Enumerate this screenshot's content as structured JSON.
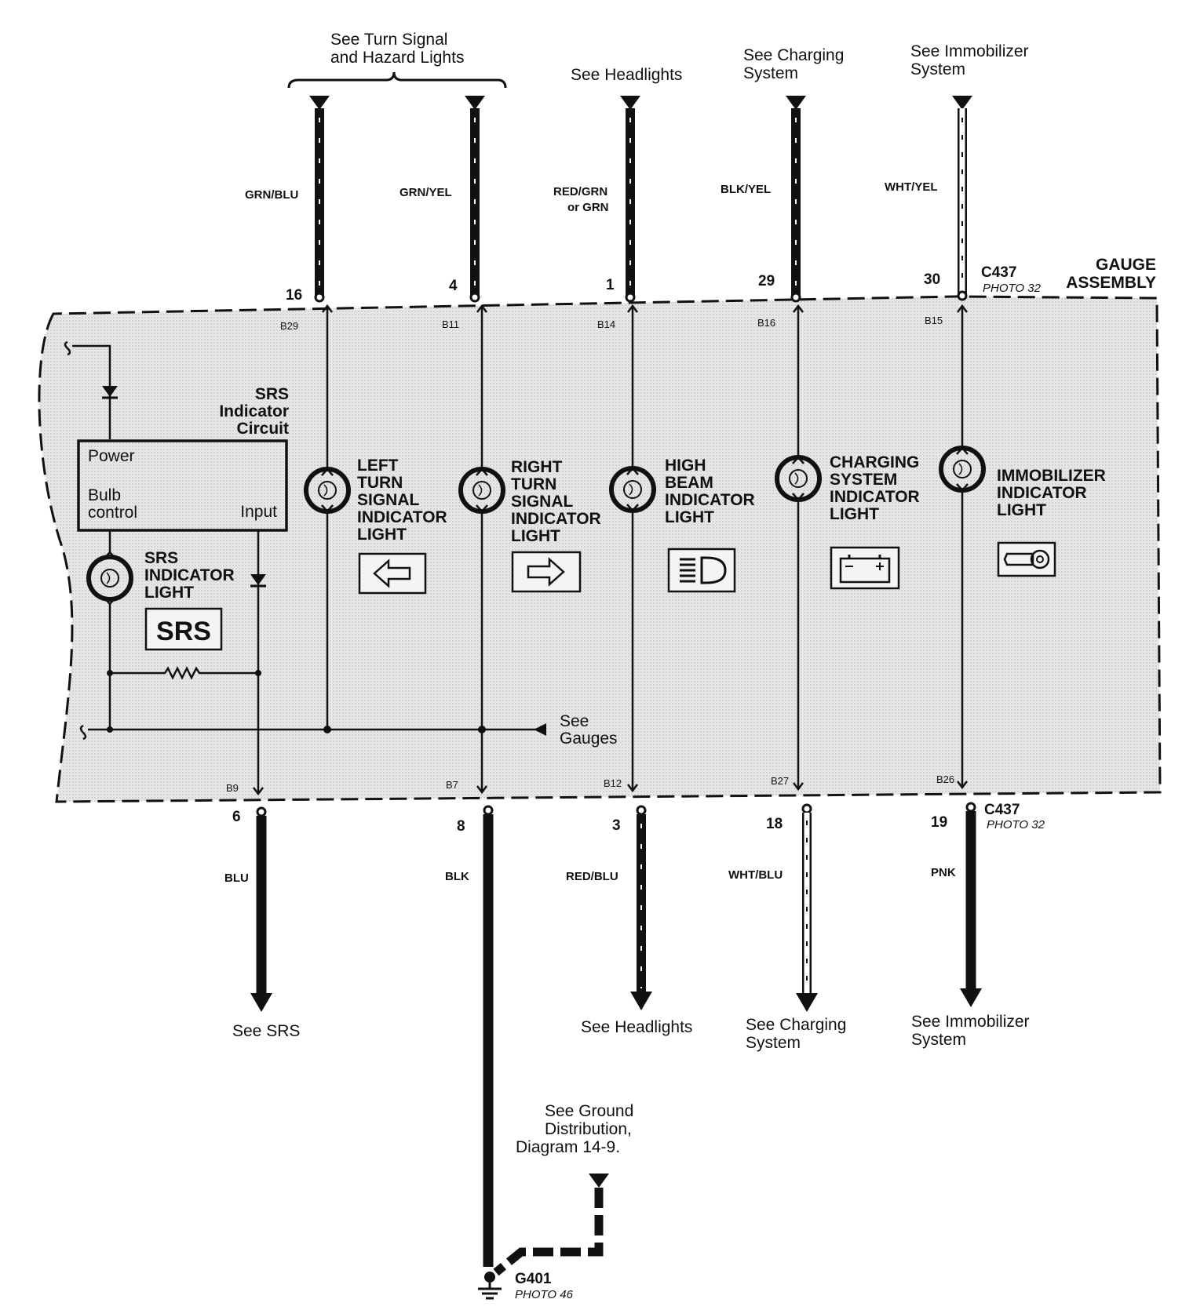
{
  "top_refs": {
    "turn_signal": [
      "See Turn Signal",
      "and Hazard Lights"
    ],
    "headlights": "See Headlights",
    "charging": [
      "See Charging",
      "System"
    ],
    "immobilizer": [
      "See Immobilizer",
      "System"
    ]
  },
  "wires_top": [
    {
      "color_label": [
        "GRN/BLU"
      ],
      "pin": "16",
      "terminal": "B29"
    },
    {
      "color_label": [
        "GRN/YEL"
      ],
      "pin": "4",
      "terminal": "B11"
    },
    {
      "color_label": [
        "RED/GRN",
        "or GRN"
      ],
      "pin": "1",
      "terminal": "B14"
    },
    {
      "color_label": [
        "BLK/YEL"
      ],
      "pin": "29",
      "terminal": "B16"
    },
    {
      "color_label": [
        "WHT/YEL"
      ],
      "pin": "30",
      "terminal": "B15"
    }
  ],
  "connector_top": {
    "name": "C437",
    "photo": "PHOTO 32"
  },
  "connector_bottom": {
    "name": "C437",
    "photo": "PHOTO 32"
  },
  "gauge_assembly": [
    "GAUGE",
    "ASSEMBLY"
  ],
  "srs_circuit": {
    "title": [
      "SRS",
      "Indicator",
      "Circuit"
    ],
    "power": "Power",
    "bulb_control": [
      "Bulb",
      "control"
    ],
    "input": "Input",
    "light_label": [
      "SRS",
      "INDICATOR",
      "LIGHT"
    ],
    "symbol_text": "SRS"
  },
  "indicators": [
    {
      "label": [
        "LEFT",
        "TURN",
        "SIGNAL",
        "INDICATOR",
        "LIGHT"
      ],
      "icon": "left-arrow-icon"
    },
    {
      "label": [
        "RIGHT",
        "TURN",
        "SIGNAL",
        "INDICATOR",
        "LIGHT"
      ],
      "icon": "right-arrow-icon"
    },
    {
      "label": [
        "HIGH",
        "BEAM",
        "INDICATOR",
        "LIGHT"
      ],
      "icon": "high-beam-icon"
    },
    {
      "label": [
        "CHARGING",
        "SYSTEM",
        "INDICATOR",
        "LIGHT"
      ],
      "icon": "battery-icon"
    },
    {
      "label": [
        "IMMOBILIZER",
        "INDICATOR",
        "LIGHT"
      ],
      "icon": "key-icon"
    }
  ],
  "see_gauges": [
    "See",
    "Gauges"
  ],
  "wires_bottom": [
    {
      "terminal": "B9",
      "pin": "6",
      "color_label": "BLU",
      "ref": [
        "See SRS"
      ]
    },
    {
      "terminal": "B7",
      "pin": "8",
      "color_label": "BLK",
      "ref": []
    },
    {
      "terminal": "B12",
      "pin": "3",
      "color_label": "RED/BLU",
      "ref": [
        "See Headlights"
      ]
    },
    {
      "terminal": "B27",
      "pin": "18",
      "color_label": "WHT/BLU",
      "ref": [
        "See Charging",
        "System"
      ]
    },
    {
      "terminal": "B26",
      "pin": "19",
      "color_label": "PNK",
      "ref": [
        "See Immobilizer",
        "System"
      ]
    }
  ],
  "ground_ref": [
    "See Ground",
    "Distribution,",
    "Diagram 14-9."
  ],
  "ground": {
    "name": "G401",
    "photo": "PHOTO 46"
  }
}
